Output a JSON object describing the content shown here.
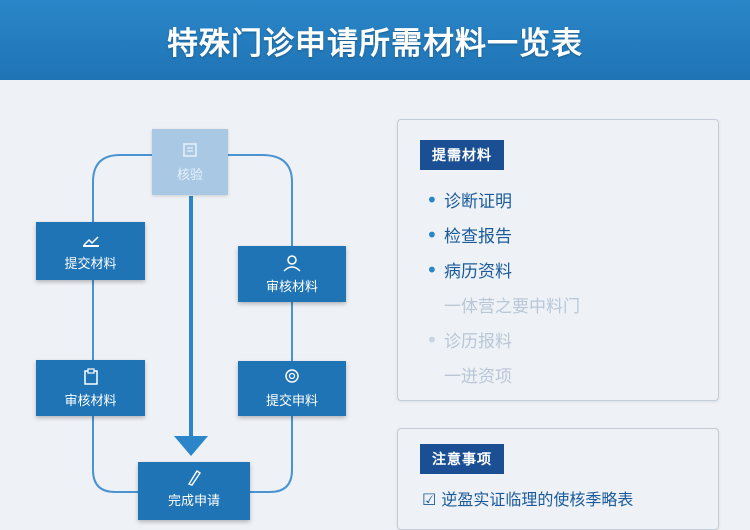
{
  "title": "特殊门诊申请所需材料一览表",
  "flow": {
    "start": "核验",
    "submit_materials": "提交材料",
    "review_materials_left": "审核材料",
    "review_materials_right": "审核材料",
    "submit_apply": "提交申料",
    "complete": "完成申请"
  },
  "materials_panel": {
    "tag": "提需材料",
    "items": [
      "诊断证明",
      "检查报告",
      "病历资料",
      "一体营之要中料门",
      "诊历报料",
      "一迸资项"
    ]
  },
  "notes_panel": {
    "tag": "注意事项",
    "first_item": "☑ 逆盈实证临理的使核季略表"
  },
  "colors": {
    "header_blue": "#1f74b5",
    "node_blue": "#1f74b5",
    "start_node": "#a9c8e4",
    "tag_navy": "#1b4f93",
    "line_blue": "#4a93d1"
  }
}
